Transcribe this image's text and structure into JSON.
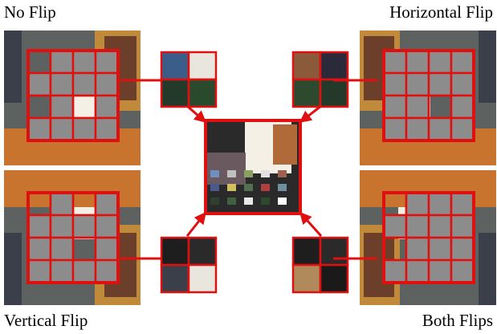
{
  "labels": {
    "no_flip": "No Flip",
    "horizontal_flip": "Horizontal Flip",
    "vertical_flip": "Vertical Flip",
    "both_flips": "Both Flips"
  },
  "colors": {
    "frame": "#e01010",
    "masked_cell": "#8c8c8c",
    "table_wood": "#c8742f",
    "wall": "#d2a877",
    "card": "#f4f0e6",
    "dark_scene": "#1e1e1e"
  },
  "panels": [
    {
      "id": "no-flip",
      "mask": [
        [
          0,
          1,
          1,
          1
        ],
        [
          1,
          1,
          1,
          1
        ],
        [
          0,
          1,
          0,
          1
        ],
        [
          1,
          1,
          1,
          1
        ]
      ]
    },
    {
      "id": "horizontal-flip",
      "mask": [
        [
          1,
          1,
          1,
          1
        ],
        [
          1,
          1,
          1,
          1
        ],
        [
          1,
          1,
          0,
          1
        ],
        [
          1,
          1,
          1,
          1
        ]
      ]
    },
    {
      "id": "vertical-flip",
      "mask": [
        [
          0,
          1,
          0,
          1
        ],
        [
          1,
          1,
          1,
          1
        ],
        [
          1,
          1,
          0,
          1
        ],
        [
          1,
          1,
          1,
          1
        ]
      ]
    },
    {
      "id": "both-flips",
      "mask": [
        [
          0,
          1,
          1,
          1
        ],
        [
          1,
          1,
          1,
          1
        ],
        [
          0,
          1,
          1,
          1
        ],
        [
          1,
          1,
          1,
          1
        ]
      ]
    }
  ]
}
